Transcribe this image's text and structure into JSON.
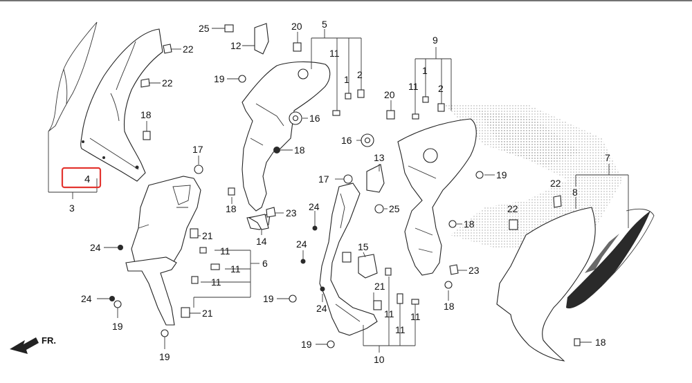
{
  "diagram": {
    "highlighted_part": "4",
    "front_indicator": "FR.",
    "callouts": [
      {
        "id": "c1",
        "text": "25"
      },
      {
        "id": "c2",
        "text": "22"
      },
      {
        "id": "c3",
        "text": "12"
      },
      {
        "id": "c4",
        "text": "22"
      },
      {
        "id": "c5",
        "text": "20"
      },
      {
        "id": "c6",
        "text": "5"
      },
      {
        "id": "c7",
        "text": "11"
      },
      {
        "id": "c8",
        "text": "1"
      },
      {
        "id": "c9",
        "text": "2"
      },
      {
        "id": "c10",
        "text": "9"
      },
      {
        "id": "c11",
        "text": "1"
      },
      {
        "id": "c12",
        "text": "11"
      },
      {
        "id": "c13",
        "text": "2"
      },
      {
        "id": "c14",
        "text": "19"
      },
      {
        "id": "c15",
        "text": "20"
      },
      {
        "id": "c16",
        "text": "16"
      },
      {
        "id": "c17",
        "text": "18"
      },
      {
        "id": "c18",
        "text": "16"
      },
      {
        "id": "c19",
        "text": "18"
      },
      {
        "id": "c20",
        "text": "17"
      },
      {
        "id": "c21",
        "text": "13"
      },
      {
        "id": "c22",
        "text": "7"
      },
      {
        "id": "c23",
        "text": "4"
      },
      {
        "id": "c24",
        "text": "3"
      },
      {
        "id": "c25",
        "text": "19"
      },
      {
        "id": "c26",
        "text": "17"
      },
      {
        "id": "c27",
        "text": "18"
      },
      {
        "id": "c28",
        "text": "23"
      },
      {
        "id": "c29",
        "text": "24"
      },
      {
        "id": "c30",
        "text": "25"
      },
      {
        "id": "c31",
        "text": "22"
      },
      {
        "id": "c32",
        "text": "8"
      },
      {
        "id": "c33",
        "text": "22"
      },
      {
        "id": "c34",
        "text": "18"
      },
      {
        "id": "c35",
        "text": "14"
      },
      {
        "id": "c36",
        "text": "21"
      },
      {
        "id": "c37",
        "text": "24"
      },
      {
        "id": "c38",
        "text": "11"
      },
      {
        "id": "c39",
        "text": "24"
      },
      {
        "id": "c40",
        "text": "15"
      },
      {
        "id": "c41",
        "text": "6"
      },
      {
        "id": "c42",
        "text": "11"
      },
      {
        "id": "c43",
        "text": "11"
      },
      {
        "id": "c44",
        "text": "23"
      },
      {
        "id": "c45",
        "text": "24"
      },
      {
        "id": "c46",
        "text": "19"
      },
      {
        "id": "c47",
        "text": "21"
      },
      {
        "id": "c48",
        "text": "24"
      },
      {
        "id": "c49",
        "text": "18"
      },
      {
        "id": "c50",
        "text": "19"
      },
      {
        "id": "c51",
        "text": "21"
      },
      {
        "id": "c52",
        "text": "11"
      },
      {
        "id": "c53",
        "text": "11"
      },
      {
        "id": "c54",
        "text": "11"
      },
      {
        "id": "c55",
        "text": "19"
      },
      {
        "id": "c56",
        "text": "18"
      },
      {
        "id": "c57",
        "text": "19"
      },
      {
        "id": "c58",
        "text": "10"
      }
    ]
  }
}
